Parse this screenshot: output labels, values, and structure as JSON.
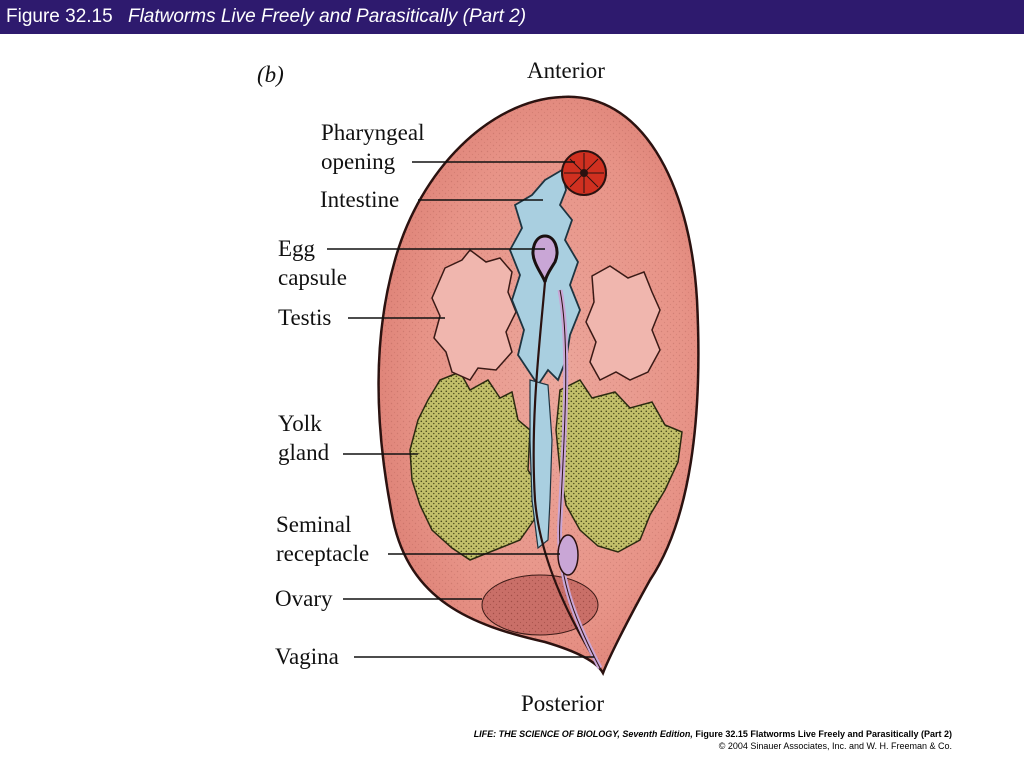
{
  "header": {
    "figure_number": "Figure 32.15",
    "figure_title": "Flatworms Live Freely and Parasitically (Part 2)"
  },
  "diagram": {
    "panel_letter": "(b)",
    "orientation": {
      "top": "Anterior",
      "bottom": "Posterior"
    },
    "labels": {
      "pharyngeal_1": "Pharyngeal",
      "pharyngeal_2": "opening",
      "intestine": "Intestine",
      "egg_1": "Egg",
      "egg_2": "capsule",
      "testis": "Testis",
      "yolk_1": "Yolk",
      "yolk_2": "gland",
      "seminal_1": "Seminal",
      "seminal_2": "receptacle",
      "ovary": "Ovary",
      "vagina": "Vagina"
    },
    "colors": {
      "body": "#e9968b",
      "intestine": "#a9cfe0",
      "yolk_gland": "#b6b45e",
      "testis": "#f0b4ae",
      "pharynx": "#d03020"
    }
  },
  "footer": {
    "book": "LIFE: THE SCIENCE OF BIOLOGY, Seventh Edition,",
    "figure_ref": "Figure 32.15 Flatworms Live Freely and Parasitically (Part 2)",
    "copyright": "© 2004 Sinauer Associates, Inc. and W. H. Freeman & Co."
  }
}
